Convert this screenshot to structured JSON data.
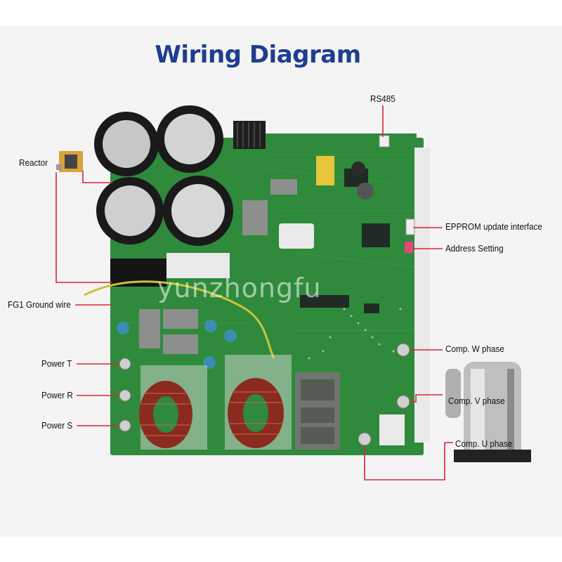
{
  "title": "Wiring Diagram",
  "watermark": "yunzhongfu",
  "labels": {
    "rs485": "RS485",
    "reactor": "Reactor",
    "epprom": "EPPROM update interface",
    "address": "Address Setting",
    "fg1": "FG1 Ground wire",
    "power_t": "Power T",
    "power_r": "Power R",
    "power_s": "Power S",
    "comp_w": "Comp. W phase",
    "comp_v": "Comp. V phase",
    "comp_u": "Comp. U phase"
  },
  "colors": {
    "title": "#1f3e8f",
    "board": "#2f8a3c",
    "leader": "#d9253a",
    "capacitor": "#1a1a1a",
    "coil": "#8b2b1f"
  }
}
